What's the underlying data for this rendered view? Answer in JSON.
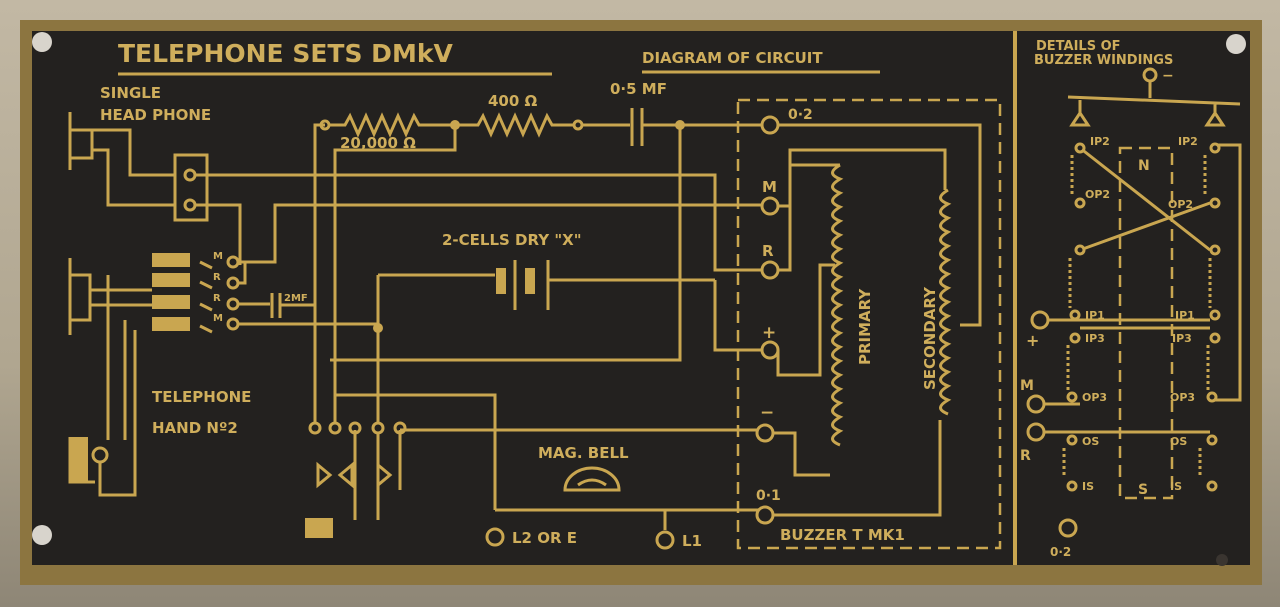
{
  "plate": {
    "title": "TELEPHONE SETS DMkV",
    "subtitle": "DIAGRAM OF CIRCUIT",
    "headphone_label_1": "SINGLE",
    "headphone_label_2": "HEAD PHONE",
    "resistor_1": "20,000 Ω",
    "resistor_2": "400 Ω",
    "capacitor_1": "0·5 MF",
    "capacitor_2": "2MF",
    "battery": "2-CELLS DRY \"X\"",
    "handset_label_1": "TELEPHONE",
    "handset_label_2": "HAND Nº2",
    "switch_labels": [
      "M",
      "R",
      "R",
      "M"
    ],
    "bell": "MAG. BELL",
    "terminal_l2": "L2 OR E",
    "terminal_l1": "L1",
    "buzzer": "BUZZER T MK1",
    "buzzer_terminals": [
      "0·2",
      "M",
      "R",
      "+",
      "−",
      "0·1"
    ],
    "primary": "PRIMARY",
    "secondary": "SECONDARY"
  },
  "details": {
    "title_1": "DETAILS OF",
    "title_2": "BUZZER WINDINGS",
    "minus": "−",
    "plus": "+",
    "m": "M",
    "r": "R",
    "bottom": "0·2",
    "core_n": "N",
    "core_s": "S",
    "left_labels": [
      "IP2",
      "OP2",
      "IP1",
      "IP3",
      "OP3",
      "OS",
      "IS"
    ],
    "right_labels": [
      "IP2",
      "OP2",
      "IP1",
      "IP3",
      "OP3",
      "OS",
      "IS"
    ]
  },
  "colors": {
    "brass": "#c9a650",
    "panel": "#23211f"
  }
}
